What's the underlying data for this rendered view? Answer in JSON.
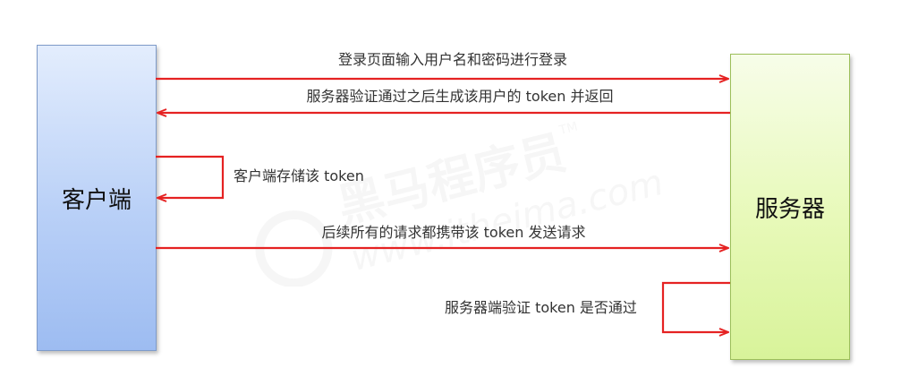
{
  "nodes": {
    "client": "客户端",
    "server": "服务器"
  },
  "messages": {
    "login": "登录页面输入用户名和密码进行登录",
    "issue_token": "服务器验证通过之后生成该用户的 token 并返回",
    "store_token": "客户端存储该 token",
    "send_with_token": "后续所有的请求都携带该 token 发送请求",
    "verify_token": "服务器端验证 token 是否通过"
  },
  "watermark": {
    "brand": "黑马程序员",
    "trademark": "TM",
    "site": "www.itheima.com"
  },
  "colors": {
    "arrow": "#e52222",
    "client_fill": "#b9d0f7",
    "server_fill": "#e7f9b8"
  }
}
